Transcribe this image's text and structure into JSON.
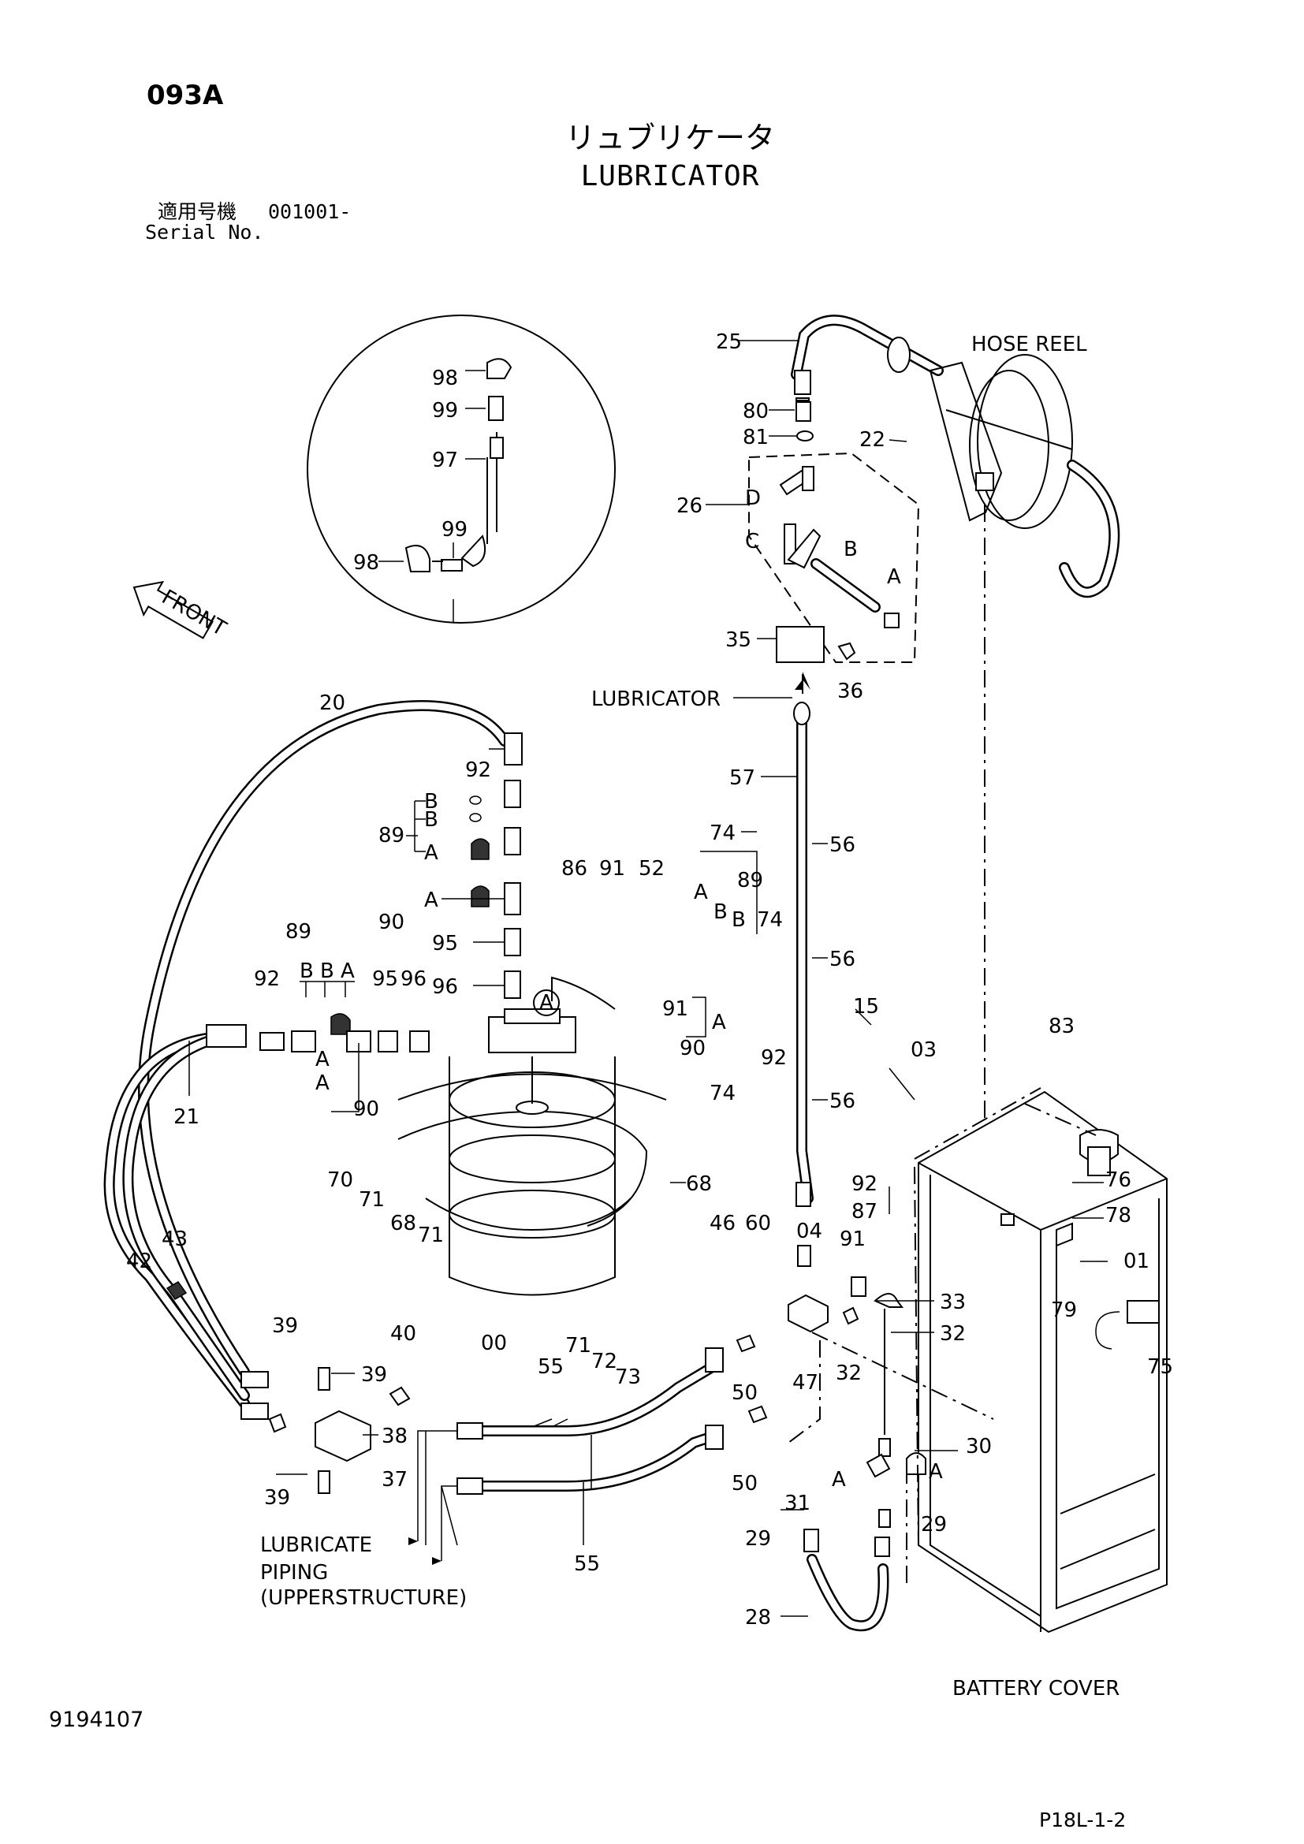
{
  "header": {
    "code": "093A",
    "title_jp": "リュブリケータ",
    "title_en": "LUBRICATOR",
    "serial_label_jp": "適用号機",
    "serial_value": "001001-",
    "serial_label_en": "Serial No."
  },
  "annotations": {
    "hose_reel": "HOSE REEL",
    "lubricator": "LUBRICATOR",
    "front": "FRONT",
    "lubricate_piping": "LUBRICATE",
    "piping": "PIPING",
    "upperstructure": "(UPPERSTRUCTURE)",
    "battery_cover": "BATTERY COVER",
    "detail_a": "A"
  },
  "part_labels": [
    {
      "id": "98a",
      "text": "98"
    },
    {
      "id": "99a",
      "text": "99"
    },
    {
      "id": "97",
      "text": "97"
    },
    {
      "id": "99b",
      "text": "99"
    },
    {
      "id": "98b",
      "text": "98"
    },
    {
      "id": "25",
      "text": "25"
    },
    {
      "id": "80",
      "text": "80"
    },
    {
      "id": "81",
      "text": "81"
    },
    {
      "id": "22",
      "text": "22"
    },
    {
      "id": "26",
      "text": "26"
    },
    {
      "id": "D",
      "text": "D"
    },
    {
      "id": "C",
      "text": "C"
    },
    {
      "id": "B1",
      "text": "B"
    },
    {
      "id": "A1",
      "text": "A"
    },
    {
      "id": "35",
      "text": "35"
    },
    {
      "id": "36",
      "text": "36"
    },
    {
      "id": "20",
      "text": "20"
    },
    {
      "id": "57",
      "text": "57"
    },
    {
      "id": "92a",
      "text": "92"
    },
    {
      "id": "Ba",
      "text": "B"
    },
    {
      "id": "Bb",
      "text": "B"
    },
    {
      "id": "89a",
      "text": "89"
    },
    {
      "id": "Aa",
      "text": "A"
    },
    {
      "id": "90a",
      "text": "90"
    },
    {
      "id": "Ab",
      "text": "A"
    },
    {
      "id": "74a",
      "text": "74"
    },
    {
      "id": "56a",
      "text": "56"
    },
    {
      "id": "95a",
      "text": "95"
    },
    {
      "id": "96a",
      "text": "96"
    },
    {
      "id": "86",
      "text": "86"
    },
    {
      "id": "91a",
      "text": "91"
    },
    {
      "id": "52",
      "text": "52"
    },
    {
      "id": "Ac",
      "text": "A"
    },
    {
      "id": "89b",
      "text": "89"
    },
    {
      "id": "Bc",
      "text": "B"
    },
    {
      "id": "Bd",
      "text": "B"
    },
    {
      "id": "74b",
      "text": "74"
    },
    {
      "id": "56b",
      "text": "56"
    },
    {
      "id": "89c",
      "text": "89"
    },
    {
      "id": "Be",
      "text": "B"
    },
    {
      "id": "Bf",
      "text": "B"
    },
    {
      "id": "Ad",
      "text": "A"
    },
    {
      "id": "92b",
      "text": "92"
    },
    {
      "id": "95b",
      "text": "95"
    },
    {
      "id": "96b",
      "text": "96"
    },
    {
      "id": "Ae",
      "text": "A"
    },
    {
      "id": "91b",
      "text": "91"
    },
    {
      "id": "Af",
      "text": "A"
    },
    {
      "id": "90b",
      "text": "90"
    },
    {
      "id": "92c",
      "text": "92"
    },
    {
      "id": "15",
      "text": "15"
    },
    {
      "id": "21",
      "text": "21"
    },
    {
      "id": "Ag",
      "text": "A"
    },
    {
      "id": "90c",
      "text": "90"
    },
    {
      "id": "74c",
      "text": "74"
    },
    {
      "id": "56c",
      "text": "56"
    },
    {
      "id": "03",
      "text": "03"
    },
    {
      "id": "83",
      "text": "83"
    },
    {
      "id": "70",
      "text": "70"
    },
    {
      "id": "71a",
      "text": "71"
    },
    {
      "id": "68a",
      "text": "68"
    },
    {
      "id": "68b",
      "text": "68"
    },
    {
      "id": "71b",
      "text": "71"
    },
    {
      "id": "76",
      "text": "76"
    },
    {
      "id": "92d",
      "text": "92"
    },
    {
      "id": "78",
      "text": "78"
    },
    {
      "id": "87",
      "text": "87"
    },
    {
      "id": "46",
      "text": "46"
    },
    {
      "id": "60",
      "text": "60"
    },
    {
      "id": "04",
      "text": "04"
    },
    {
      "id": "91c",
      "text": "91"
    },
    {
      "id": "01",
      "text": "01"
    },
    {
      "id": "43",
      "text": "43"
    },
    {
      "id": "42",
      "text": "42"
    },
    {
      "id": "33",
      "text": "33"
    },
    {
      "id": "79",
      "text": "79"
    },
    {
      "id": "39a",
      "text": "39"
    },
    {
      "id": "40",
      "text": "40"
    },
    {
      "id": "00",
      "text": "00"
    },
    {
      "id": "71c",
      "text": "71"
    },
    {
      "id": "72",
      "text": "72"
    },
    {
      "id": "73",
      "text": "73"
    },
    {
      "id": "32a",
      "text": "32"
    },
    {
      "id": "32b",
      "text": "32"
    },
    {
      "id": "47",
      "text": "47"
    },
    {
      "id": "75",
      "text": "75"
    },
    {
      "id": "39b",
      "text": "39"
    },
    {
      "id": "55a",
      "text": "55"
    },
    {
      "id": "50a",
      "text": "50"
    },
    {
      "id": "38",
      "text": "38"
    },
    {
      "id": "30",
      "text": "30"
    },
    {
      "id": "Ah",
      "text": "A"
    },
    {
      "id": "Ai",
      "text": "A"
    },
    {
      "id": "37",
      "text": "37"
    },
    {
      "id": "50b",
      "text": "50"
    },
    {
      "id": "31",
      "text": "31"
    },
    {
      "id": "39c",
      "text": "39"
    },
    {
      "id": "29a",
      "text": "29"
    },
    {
      "id": "29b",
      "text": "29"
    },
    {
      "id": "55b",
      "text": "55"
    },
    {
      "id": "28",
      "text": "28"
    }
  ],
  "footer": {
    "doc_number": "9194107",
    "page_ref": "P18L-1-2"
  }
}
